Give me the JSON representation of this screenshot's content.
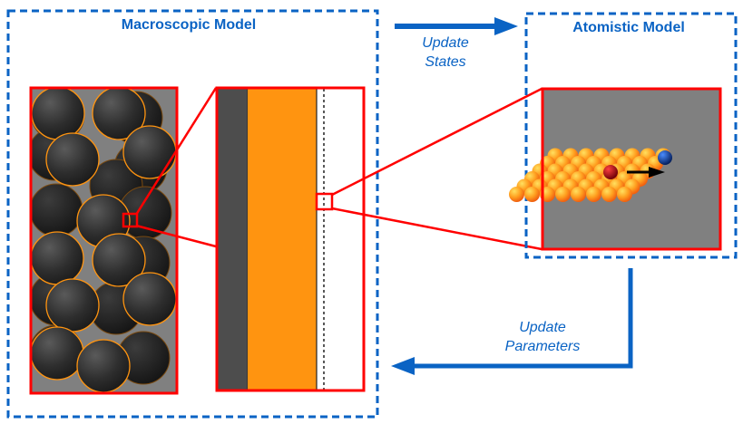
{
  "macroscopic": {
    "title": "Macroscopic Model"
  },
  "atomistic": {
    "title": "Atomistic Model"
  },
  "arrows": {
    "update_states": {
      "line1": "Update",
      "line2": "States"
    },
    "update_parameters": {
      "line1": "Update",
      "line2": "Parameters"
    }
  },
  "colors": {
    "accent_blue": "#0a63c4",
    "highlight_red": "#ff0000",
    "particle_dark": "#2a2a2a",
    "particle_edge": "#ff9410",
    "background_gray": "#808080",
    "layer_dark": "#4d4d4d",
    "layer_orange": "#ff9410",
    "adatom_red": "#b00010",
    "adatom_blue": "#0a3fa0"
  },
  "particles": {
    "count": 22
  },
  "lattice": {
    "rows": 6,
    "cols": 8
  }
}
